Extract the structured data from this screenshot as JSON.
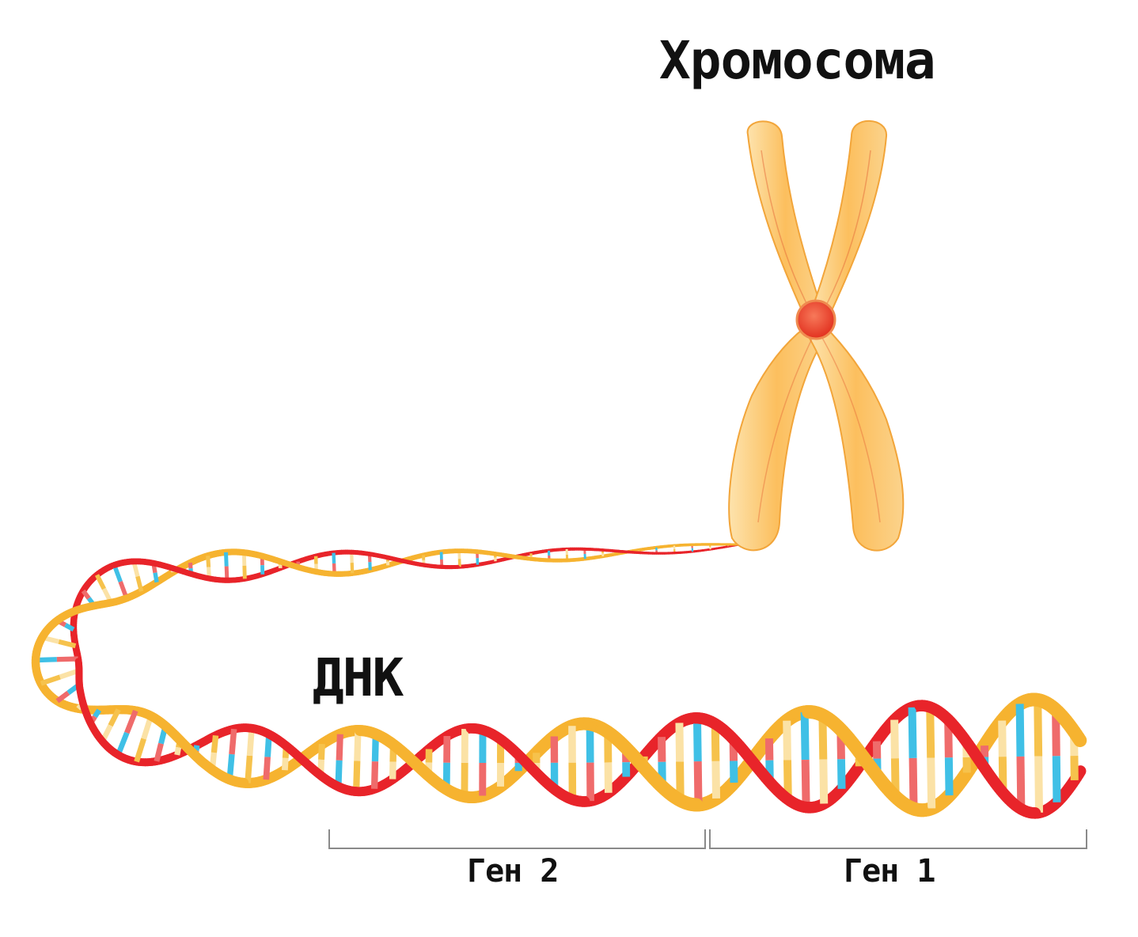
{
  "labels": {
    "chromosome": "Хромосома",
    "dna": "ДНК",
    "gene2": "Ген 2",
    "gene1": "Ген 1"
  },
  "colors": {
    "strand_front": "#f6b330",
    "strand_back": "#e8242a",
    "chromosome_fill": "#fcc977",
    "chromosome_outline": "#f3a333",
    "centromere": "#e8412c",
    "base_cyan": "#3fc0e6",
    "base_yellow": "#f6c24c",
    "base_pink": "#ef6b6b",
    "base_cream": "#fbe2a6",
    "bracket": "#888888"
  },
  "icons": [
    "chromosome-icon",
    "dna-helix-icon",
    "centromere-icon"
  ]
}
